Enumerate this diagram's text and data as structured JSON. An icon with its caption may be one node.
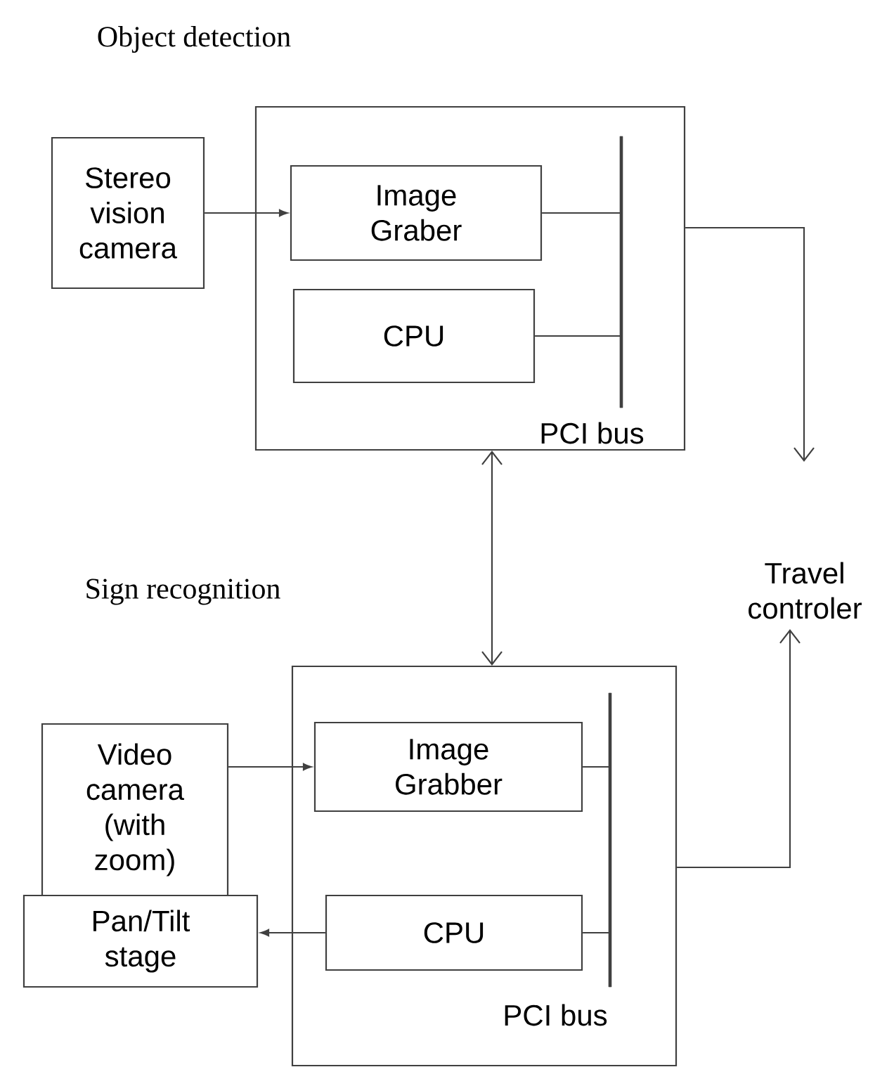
{
  "diagram": {
    "nodes": [
      {
        "text": [
          "Stereo vision camera"
        ]
      },
      {
        "text": [],
        "shape": "box"
      },
      {
        "text": [
          "Image Graber"
        ],
        "in": 1
      },
      {
        "text": [
          "CPU"
        ],
        "in": 1
      },
      {
        "text": [],
        "shape": "bar",
        "in": 1,
        "beside": [
          "PCI bus"
        ]
      },
      {
        "text": [
          "Travel controler"
        ]
      },
      {
        "text": [
          "Video camera (with zoom)"
        ]
      },
      {
        "text": [
          "Pan/Tilt stage"
        ]
      },
      {
        "text": [],
        "shape": "box"
      },
      {
        "text": [
          "Image Grabber"
        ],
        "in": 8
      },
      {
        "text": [
          "CPU"
        ],
        "in": 8
      },
      {
        "text": [],
        "shape": "bar",
        "in": 8,
        "beside": [
          "PCI bus"
        ]
      }
    ],
    "edges": [
      {
        "from": 0,
        "to": 2,
        "arrow": "to"
      },
      {
        "from": 2,
        "to": 4,
        "arrow": "none"
      },
      {
        "from": 3,
        "to": 4,
        "arrow": "none"
      },
      {
        "from": 1,
        "to": 5,
        "arrow": "to"
      },
      {
        "from": 1,
        "to": 8,
        "arrow": "both"
      },
      {
        "from": 8,
        "to": 5,
        "arrow": "to"
      },
      {
        "from": 6,
        "to": 9,
        "arrow": "to"
      },
      {
        "from": 10,
        "to": 7,
        "arrow": "to"
      },
      {
        "from": 9,
        "to": 11,
        "arrow": "none"
      },
      {
        "from": 10,
        "to": 11,
        "arrow": "none"
      }
    ],
    "labels": [
      "Object detection",
      "Sign recognition"
    ]
  }
}
